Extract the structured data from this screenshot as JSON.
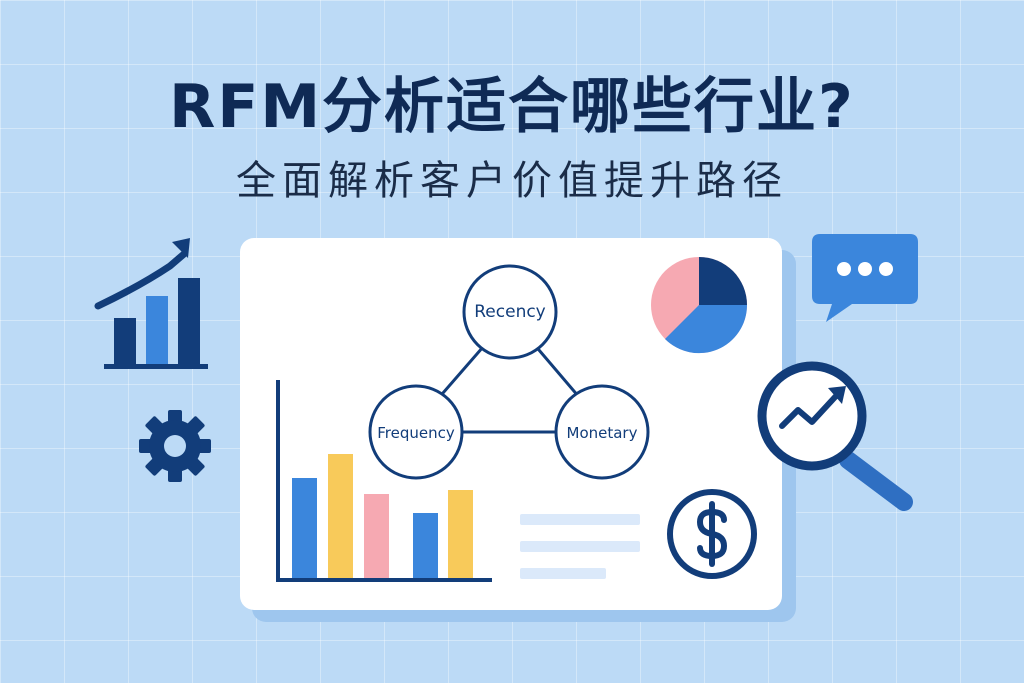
{
  "title": "RFM分析适合哪些行业?",
  "subtitle": "全面解析客户价值提升路径",
  "rfm": {
    "recency": "Recency",
    "frequency": "Frequency",
    "monetary": "Monetary"
  },
  "colors": {
    "navy": "#123d7a",
    "blue": "#3b86dc",
    "yellow": "#f8ca5a",
    "pink": "#f6a9b2",
    "light_bar": "#dbe9fa"
  },
  "icons": [
    "growth-chart-icon",
    "gear-icon",
    "chat-bubble-icon",
    "magnifier-trend-icon",
    "dollar-icon",
    "pie-chart-icon",
    "bar-chart-icon"
  ]
}
